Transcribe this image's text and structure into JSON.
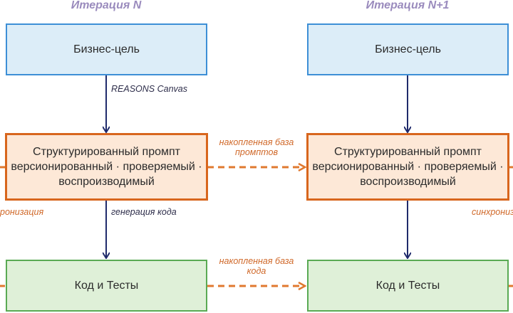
{
  "iterations": [
    {
      "title": "Итерация N",
      "goal": "Бизнес-цель",
      "goal_arrow_label": "REASONS Canvas",
      "prompt": "Структурированный промпт\nверсионированный · проверяемый ·\nвоспроизводимый",
      "code_arrow_label": "генерация кода",
      "code": "Код и Тесты"
    },
    {
      "title": "Итерация N+1",
      "goal": "Бизнес-цель",
      "prompt": "Структурированный промпт\nверсионированный · проверяемый ·\nвоспроизводимый",
      "code": "Код и Тесты"
    }
  ],
  "links": {
    "prompt_label": "накопленная база\nпромптов",
    "code_label": "накопленная база\nкода"
  },
  "sync_labels": {
    "left": "ронизация",
    "right": "синхрониз"
  },
  "colors": {
    "blue_border": "#3d8fd6",
    "blue_fill": "#dcedf8",
    "orange_border": "#d8661d",
    "orange_fill": "#fde8d7",
    "green_border": "#5aaa54",
    "green_fill": "#dff0d8",
    "arrow_navy": "#1f2a6b",
    "dash_orange": "#e0792f",
    "title_purple": "#9a8bbd"
  }
}
